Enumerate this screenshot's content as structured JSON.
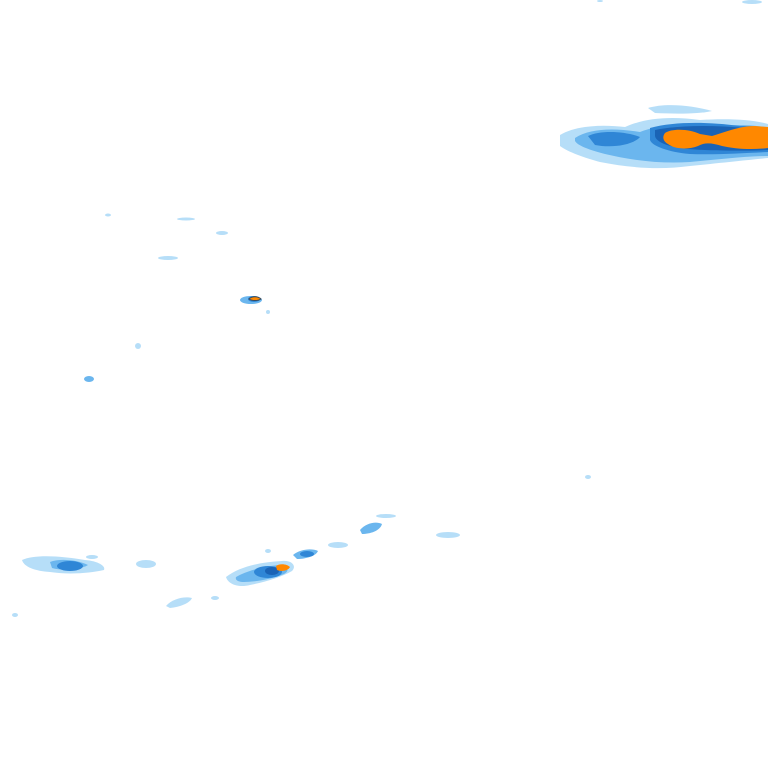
{
  "map": {
    "kind": "precipitation radar overlay tile",
    "background_color": "#ffffff",
    "intensity_colors": {
      "very_light": "#a9d8f7",
      "light": "#6bb6ee",
      "moderate": "#2f86d6",
      "heavy": "#1a63b5",
      "intense": "#ff8800",
      "intense_edge": "#3a4a5a"
    },
    "echo_cells": [
      {
        "name": "echo-band-northeast",
        "levels": [
          "very_light",
          "light",
          "moderate",
          "heavy",
          "intense"
        ]
      },
      {
        "name": "echo-cluster-southwest-left",
        "levels": [
          "very_light",
          "light",
          "moderate"
        ]
      },
      {
        "name": "echo-cluster-southwest-center",
        "levels": [
          "very_light",
          "light",
          "moderate",
          "heavy",
          "intense"
        ]
      },
      {
        "name": "echo-speckles-scattered",
        "levels": [
          "very_light",
          "light"
        ]
      },
      {
        "name": "echo-small-cell-west",
        "levels": [
          "light",
          "moderate",
          "intense_edge"
        ]
      }
    ]
  }
}
